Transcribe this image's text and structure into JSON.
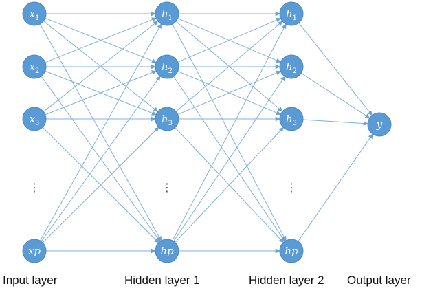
{
  "layers": [
    {
      "label": "Input layer",
      "nodes": [
        {
          "base": "x",
          "sub": "1",
          "type": "node"
        },
        {
          "base": "x",
          "sub": "2",
          "type": "node"
        },
        {
          "base": "x",
          "sub": "3",
          "type": "node"
        },
        {
          "text": "⋮",
          "type": "ellipsis"
        },
        {
          "base": "xp",
          "sub": "",
          "type": "node"
        }
      ]
    },
    {
      "label": "Hidden layer 1",
      "nodes": [
        {
          "base": "h",
          "sub": "1",
          "type": "node"
        },
        {
          "base": "h",
          "sub": "2",
          "type": "node"
        },
        {
          "base": "h",
          "sub": "3",
          "type": "node"
        },
        {
          "text": "⋮",
          "type": "ellipsis"
        },
        {
          "base": "hp",
          "sub": "",
          "type": "node"
        }
      ]
    },
    {
      "label": "Hidden layer 2",
      "nodes": [
        {
          "base": "h",
          "sub": "1",
          "type": "node"
        },
        {
          "base": "h",
          "sub": "2",
          "type": "node"
        },
        {
          "base": "h",
          "sub": "3",
          "type": "node"
        },
        {
          "text": "⋮",
          "type": "ellipsis"
        },
        {
          "base": "hp",
          "sub": "",
          "type": "node"
        }
      ]
    },
    {
      "label": "Output layer",
      "nodes": [
        {
          "base": "y",
          "sub": "",
          "type": "node"
        }
      ]
    }
  ],
  "colors": {
    "node": "#5b9bd5",
    "edge": "#7fb1df"
  }
}
